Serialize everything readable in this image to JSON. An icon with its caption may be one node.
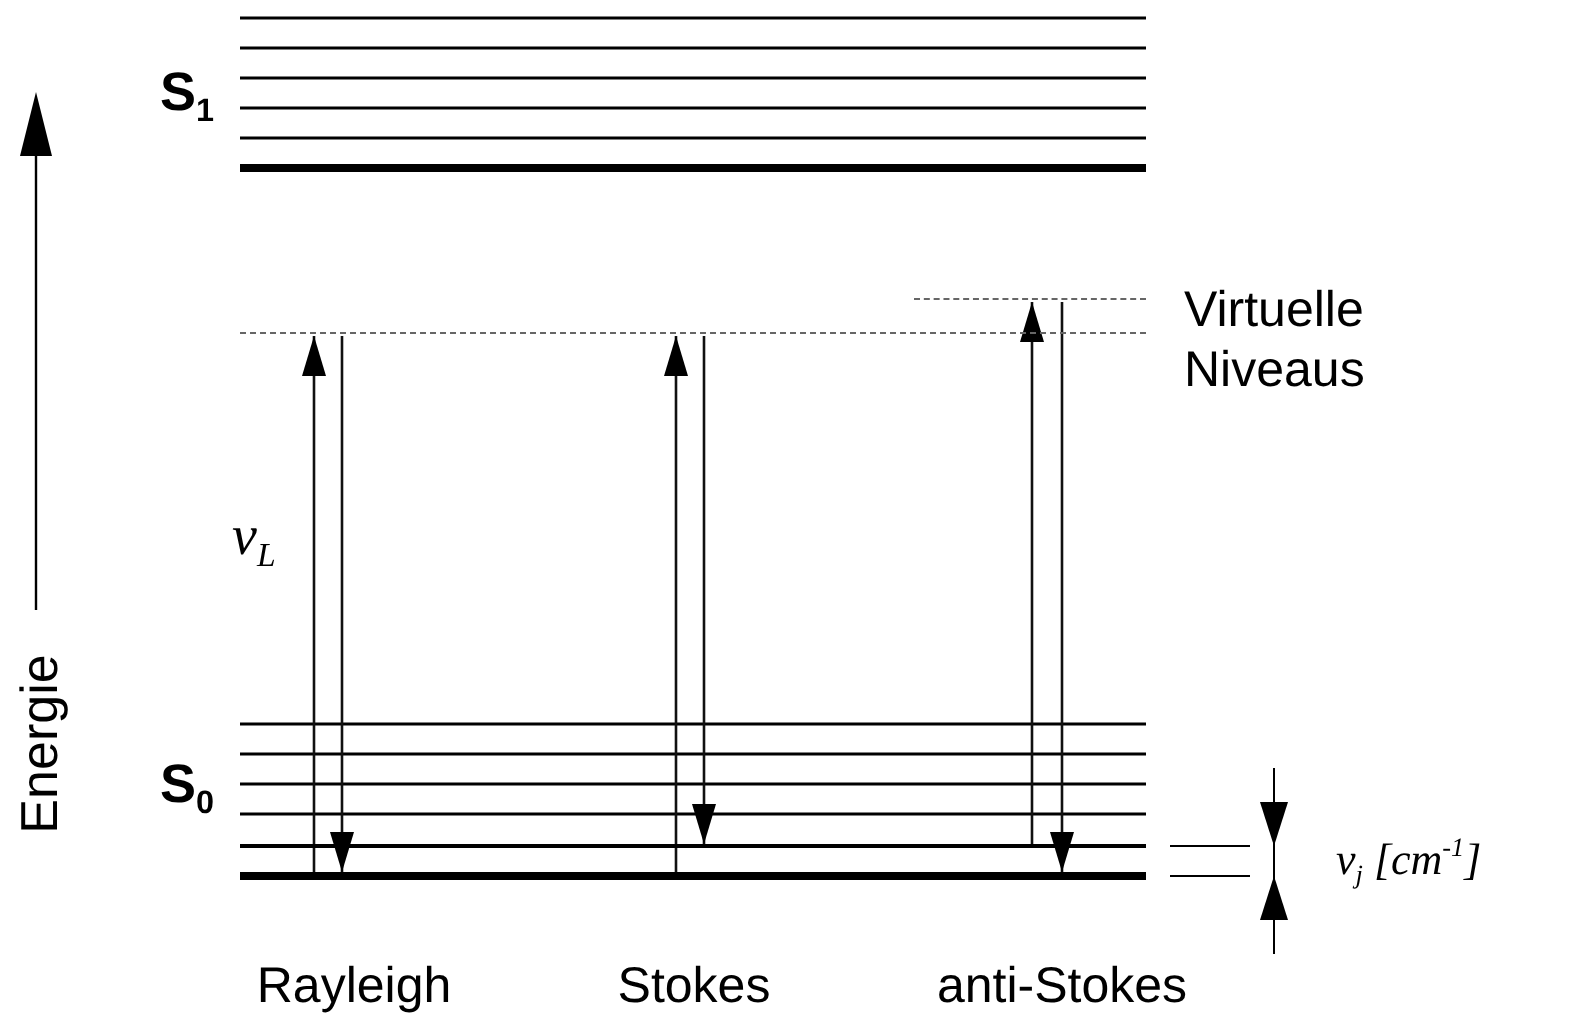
{
  "diagram": {
    "nodes": [
      {
        "text": [],
        "shape": "bar"
      },
      {
        "text": [],
        "shape": "bar"
      },
      {
        "text": [],
        "shape": "bar"
      },
      {
        "text": [],
        "shape": "bar"
      }
    ],
    "edges": [
      {
        "from": 0,
        "to": 2,
        "arrow": "to"
      },
      {
        "from": 2,
        "to": 0,
        "arrow": "to"
      },
      {
        "from": 0,
        "to": 2,
        "arrow": "to"
      },
      {
        "from": 2,
        "to": 1,
        "arrow": "to"
      },
      {
        "from": 1,
        "to": 3,
        "arrow": "to"
      },
      {
        "from": 3,
        "to": 0,
        "arrow": "to"
      }
    ],
    "labels": [
      "S$_{1}$",
      "Virtuelle Niveaus",
      "ν$_{L}$",
      "Energie",
      "S$_{0}$",
      "ν$_{j}$ [cm$^{-1}$]",
      "Rayleigh",
      "Stokes",
      "anti-Stokes"
    ]
  }
}
